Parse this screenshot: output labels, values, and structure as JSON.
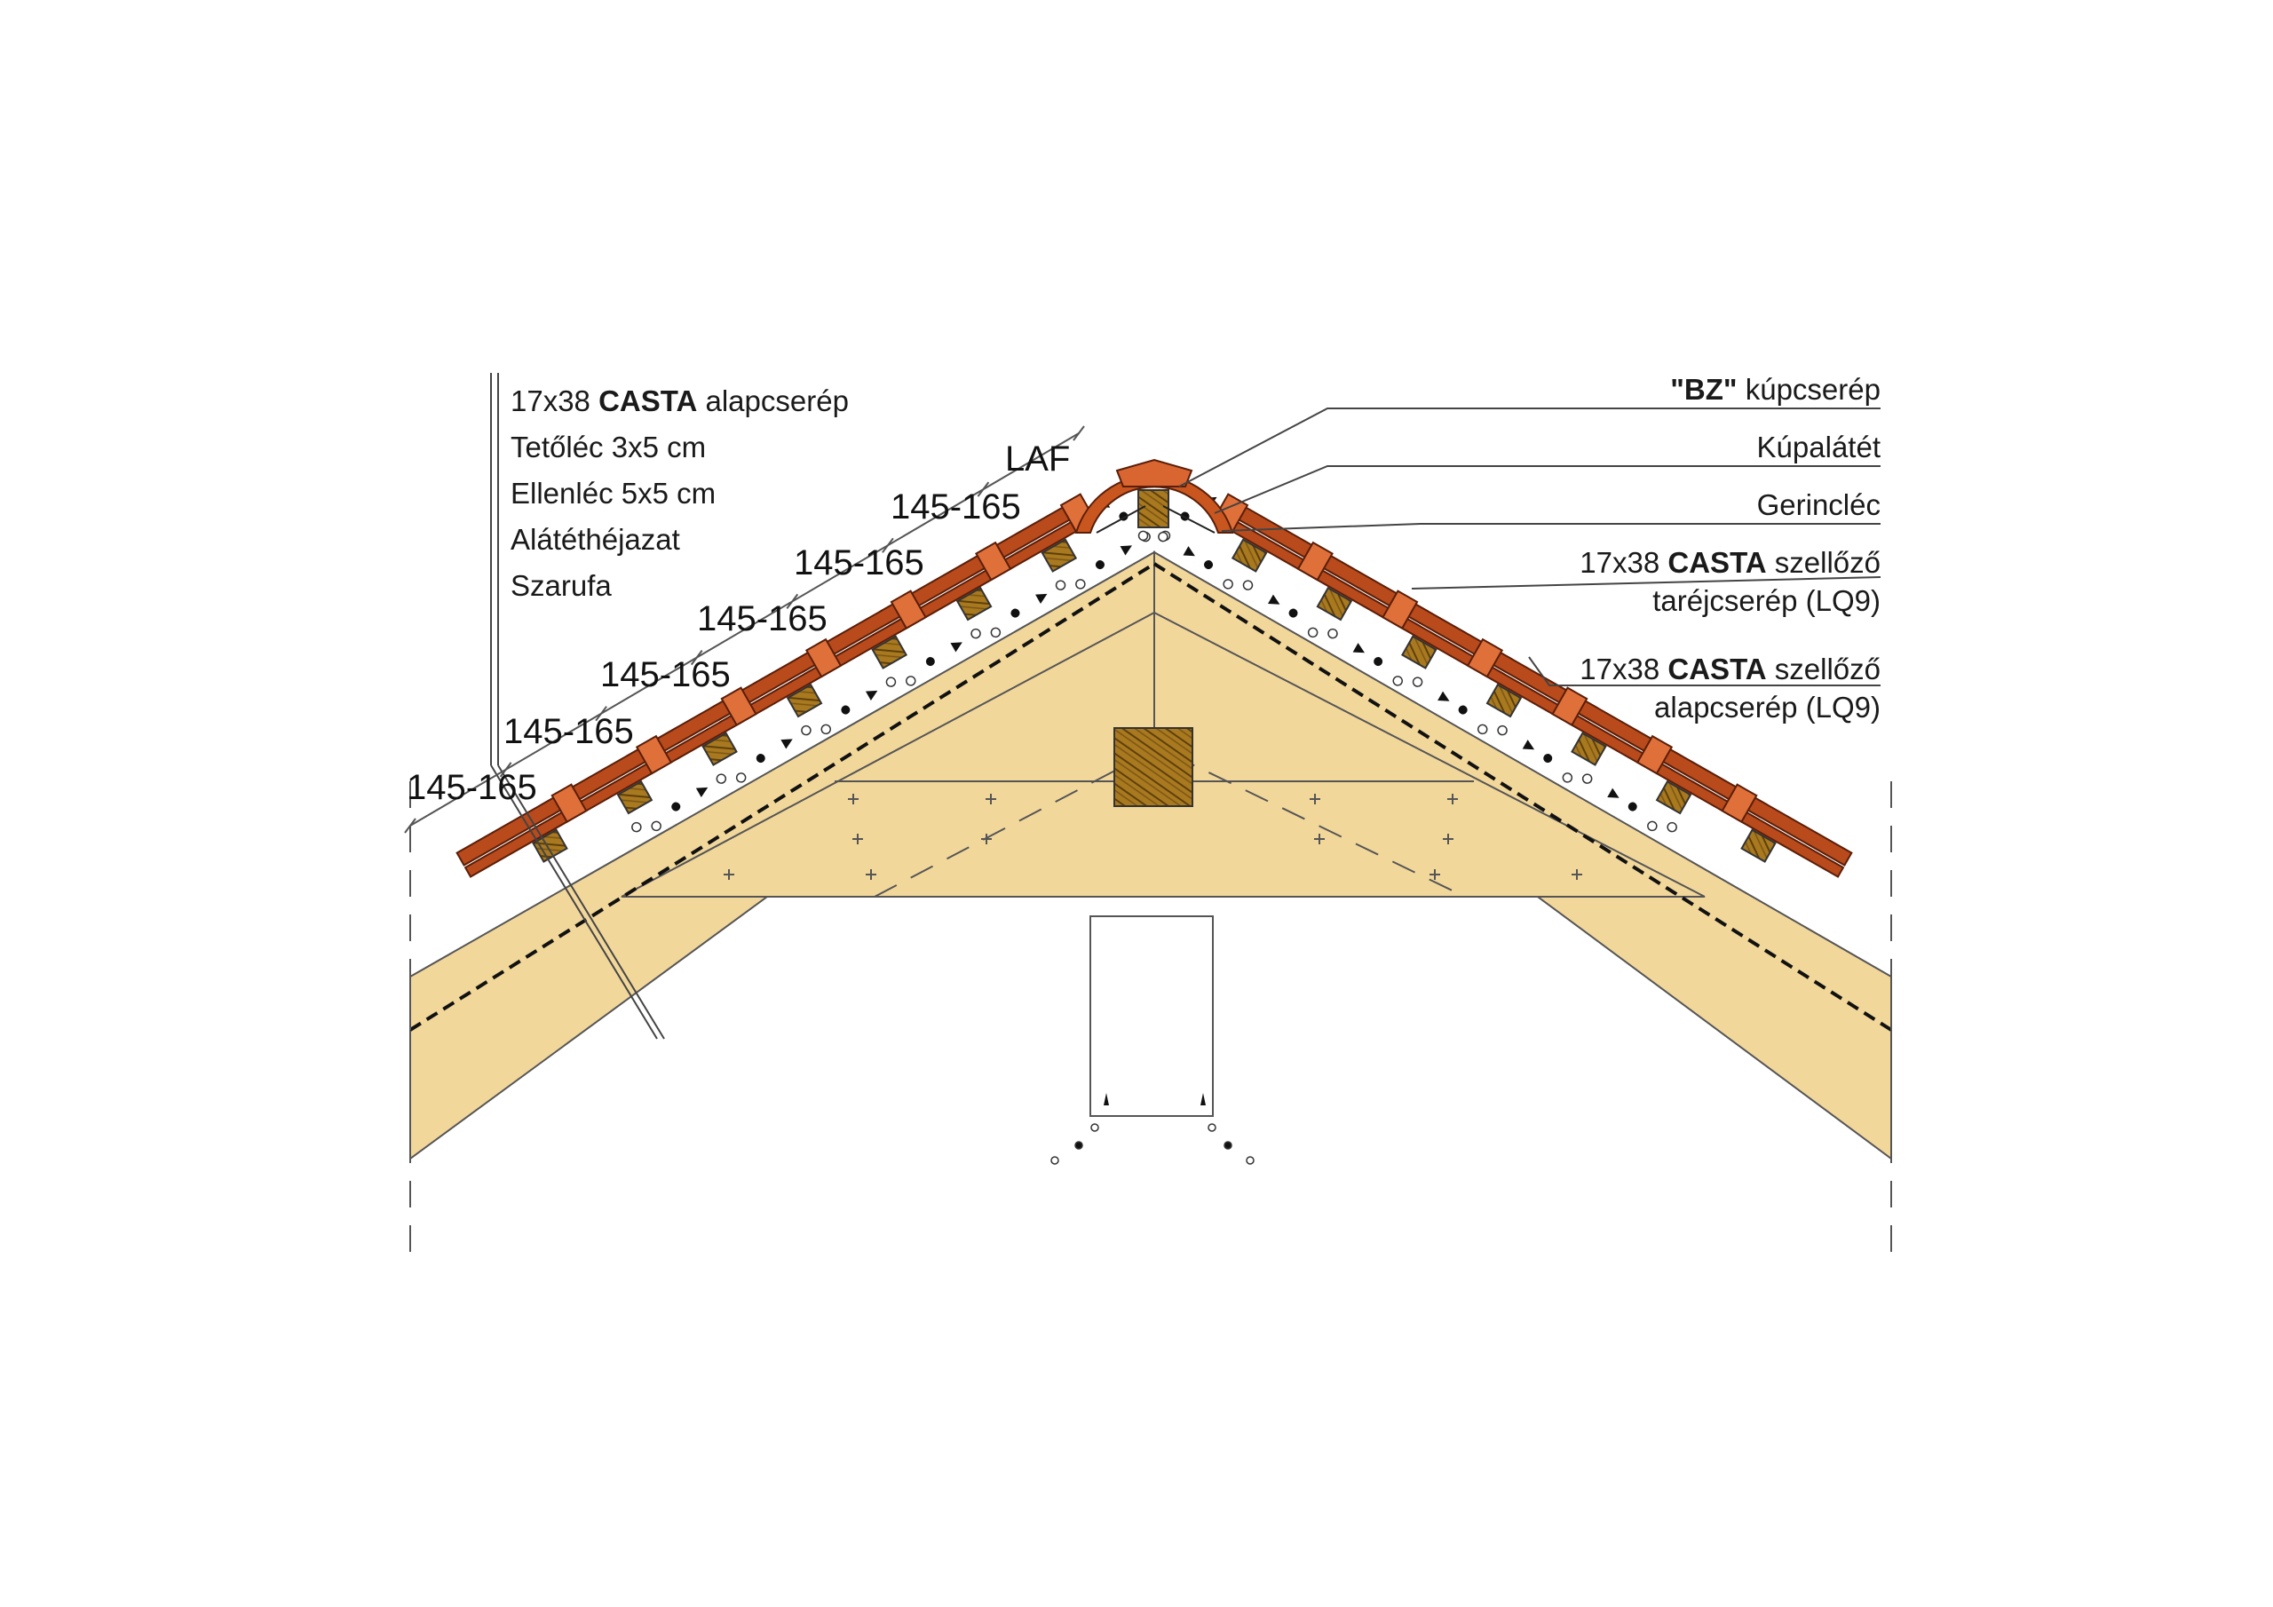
{
  "left_labels": [
    {
      "pre": "17x38 ",
      "bold": "CASTA",
      "post": " alapcserép"
    },
    {
      "pre": "Tetőléc 3x5 cm",
      "bold": "",
      "post": ""
    },
    {
      "pre": "Ellenléc 5x5 cm",
      "bold": "",
      "post": ""
    },
    {
      "pre": "Alátéthéjazat",
      "bold": "",
      "post": ""
    },
    {
      "pre": "Szarufa",
      "bold": "",
      "post": ""
    }
  ],
  "right_labels": {
    "bz_bold": "\"BZ\"",
    "bz_rest": " kúpcserép",
    "kupalatet": "Kúpalátét",
    "gerinclec": "Gerincléc",
    "ridge_vent_line1_pre": "17x38 ",
    "ridge_vent_line1_bold": "CASTA",
    "ridge_vent_line1_post": " szellőző",
    "ridge_vent_line2": "taréjcserép (LQ9)",
    "base_vent_line1_pre": "17x38 ",
    "base_vent_line1_bold": "CASTA",
    "base_vent_line1_post": " szellőző",
    "base_vent_line2": "alapcserép (LQ9)"
  },
  "dimension_labels": [
    "145-165",
    "145-165",
    "145-165",
    "145-165",
    "145-165",
    "145-165"
  ],
  "laf_label": "LAF",
  "colors": {
    "tile_dark": "#b84a1c",
    "tile_light": "#e0703a",
    "tile_outline": "#5a1e08",
    "timber": "#f2d79b",
    "batten": "#a8791f",
    "batten_grain": "#5e3f0c",
    "line": "#333333"
  }
}
